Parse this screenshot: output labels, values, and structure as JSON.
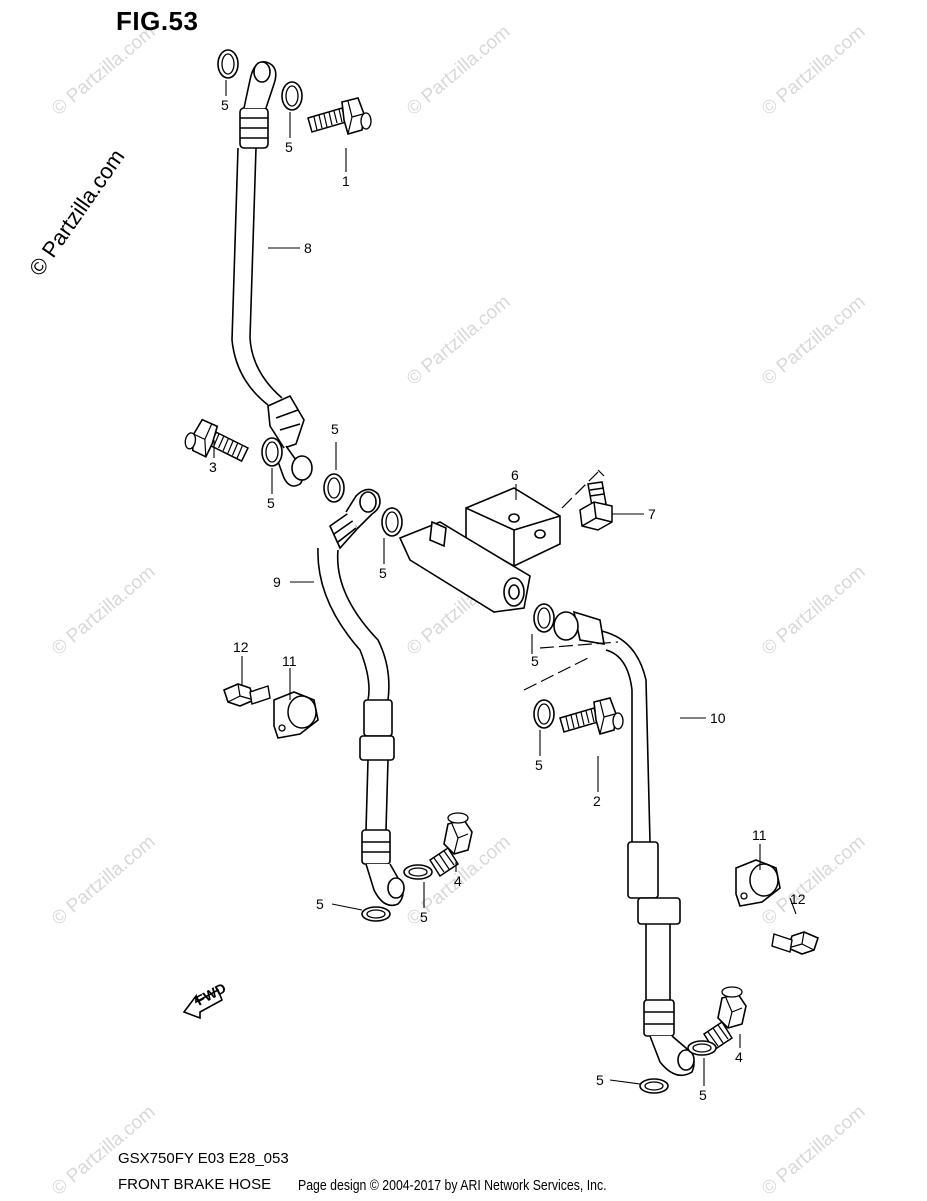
{
  "figure": {
    "title": "FIG.53"
  },
  "watermark": {
    "main": "© Partzilla.com",
    "tile": "© Partzilla.com"
  },
  "callouts": [
    {
      "id": "c5a",
      "label": "5"
    },
    {
      "id": "c5b",
      "label": "5"
    },
    {
      "id": "c1",
      "label": "1"
    },
    {
      "id": "c8",
      "label": "8"
    },
    {
      "id": "c3",
      "label": "3"
    },
    {
      "id": "c5c",
      "label": "5"
    },
    {
      "id": "c5d",
      "label": "5"
    },
    {
      "id": "c6",
      "label": "6"
    },
    {
      "id": "c7",
      "label": "7"
    },
    {
      "id": "c9",
      "label": "9"
    },
    {
      "id": "c5e",
      "label": "5"
    },
    {
      "id": "c5f",
      "label": "5"
    },
    {
      "id": "c12a",
      "label": "12"
    },
    {
      "id": "c11a",
      "label": "11"
    },
    {
      "id": "c10",
      "label": "10"
    },
    {
      "id": "c5g",
      "label": "5"
    },
    {
      "id": "c2",
      "label": "2"
    },
    {
      "id": "c4a",
      "label": "4"
    },
    {
      "id": "c5h",
      "label": "5"
    },
    {
      "id": "c5i",
      "label": "5"
    },
    {
      "id": "c11b",
      "label": "11"
    },
    {
      "id": "c12b",
      "label": "12"
    },
    {
      "id": "c4b",
      "label": "4"
    },
    {
      "id": "c5j",
      "label": "5"
    },
    {
      "id": "c5k",
      "label": "5"
    }
  ],
  "fwd_label": "FWD",
  "footer": {
    "model": "GSX750FY E03 E28_053",
    "name": "FRONT BRAKE  HOSE",
    "credit": "Page design © 2004-2017 by ARI Network Services, Inc."
  }
}
